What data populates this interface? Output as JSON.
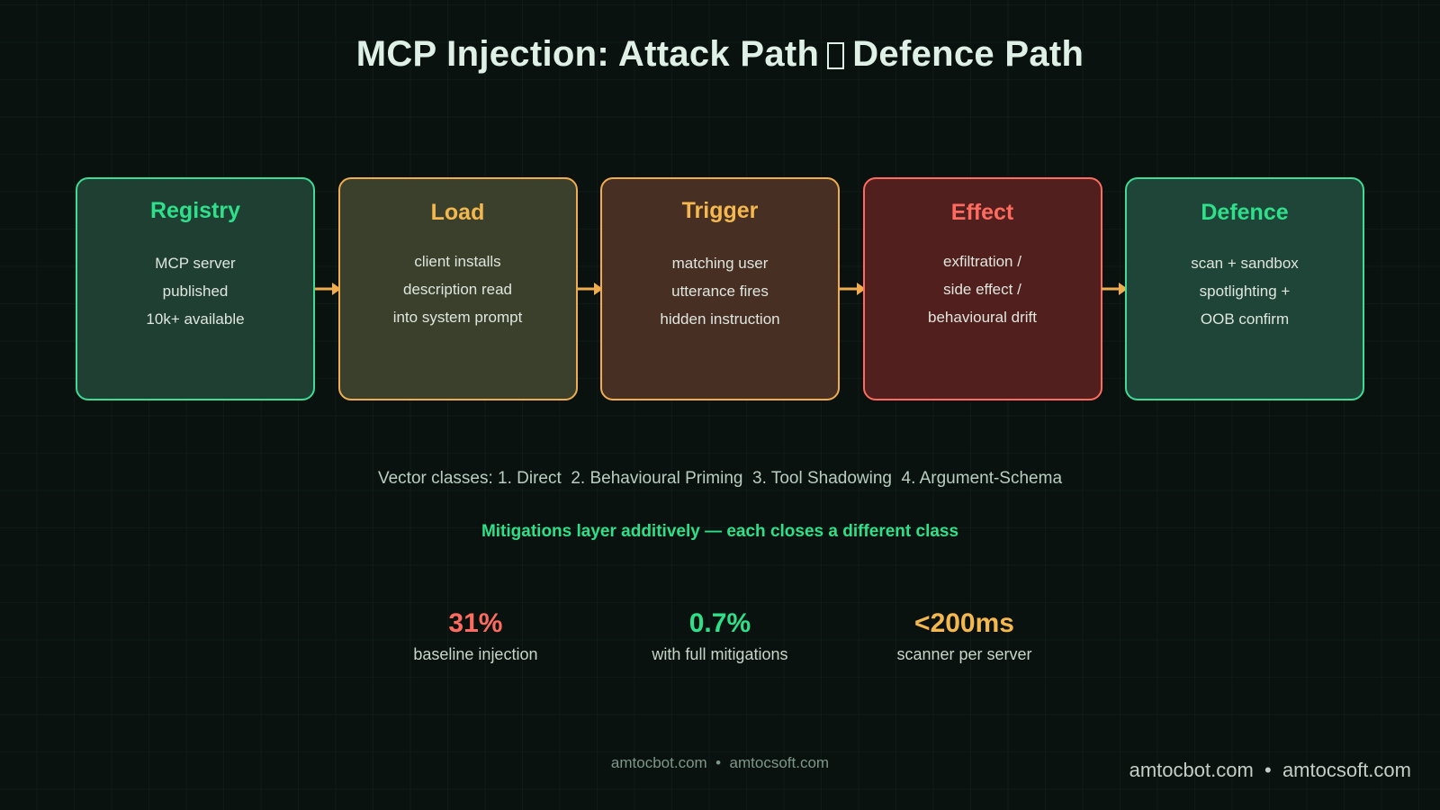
{
  "title": {
    "before": "MCP Injection: Attack Path",
    "missing_glyph": "tofu-box",
    "after": "Defence Path"
  },
  "stages": [
    {
      "name": "Registry",
      "lines": [
        "MCP server",
        "published",
        "10k+ available"
      ],
      "border_color": "#3ddc97",
      "fill_color": "#1f3f33",
      "title_color": "#2ee08a"
    },
    {
      "name": "Load",
      "lines": [
        "client installs",
        "description read",
        "into system prompt"
      ],
      "border_color": "#f0ad4e",
      "fill_color": "#3a402c",
      "title_color": "#f5b84f"
    },
    {
      "name": "Trigger",
      "lines": [
        "matching user",
        "utterance fires",
        "hidden instruction"
      ],
      "border_color": "#f0ad4e",
      "fill_color": "#472f23",
      "title_color": "#f5b84f"
    },
    {
      "name": "Effect",
      "lines": [
        "exfiltration /",
        "side effect /",
        "behavioural drift"
      ],
      "border_color": "#ff6b5e",
      "fill_color": "#511f1d",
      "title_color": "#ff6b5e"
    },
    {
      "name": "Defence",
      "lines": [
        "scan + sandbox",
        "spotlighting +",
        "OOB confirm"
      ],
      "border_color": "#3ddc97",
      "fill_color": "#1f4438",
      "title_color": "#2ee08a"
    }
  ],
  "connector": {
    "icon": "arrow-right-icon",
    "color": "#f0ad4e",
    "count": 4
  },
  "vector_classes": "Vector classes: 1. Direct  2. Behavioural Priming  3. Tool Shadowing  4. Argument-Schema",
  "mitigations_note": "Mitigations layer additively — each closes a different class",
  "stats": [
    {
      "value": "31%",
      "label": "baseline injection",
      "color": "#ff6b5e"
    },
    {
      "value": "0.7%",
      "label": "with full mitigations",
      "color": "#2ee08a"
    },
    {
      "value": "<200ms",
      "label": "scanner per server",
      "color": "#f5b84f"
    }
  ],
  "footer_center": "amtocbot.com  •  amtocsoft.com",
  "footer_right": "amtocbot.com  •  amtocsoft.com"
}
